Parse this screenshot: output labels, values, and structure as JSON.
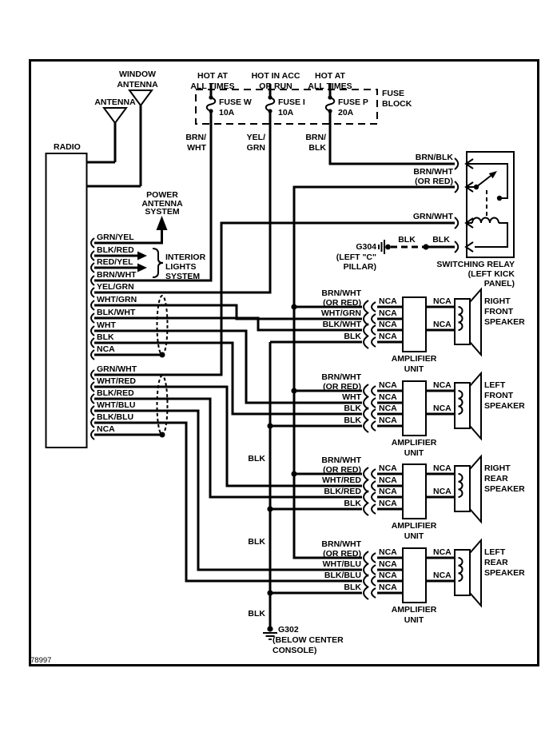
{
  "page": {
    "diagram_id": "78997",
    "ink": "#000000",
    "paper": "#ffffff"
  },
  "radio": {
    "label": "RADIO"
  },
  "antenna": {
    "label": "ANTENNA"
  },
  "window_antenna": {
    "line1": "WINDOW",
    "line2": "ANTENNA"
  },
  "power_antenna": {
    "line1": "POWER",
    "line2": "ANTENNA",
    "line3": "SYSTEM"
  },
  "interior_lights": {
    "line1": "INTERIOR",
    "line2": "LIGHTS",
    "line3": "SYSTEM"
  },
  "fuse_block": {
    "title1": "FUSE",
    "title2": "BLOCK",
    "fuses": [
      {
        "hot1": "HOT AT",
        "hot2": "ALL TIMES",
        "name": "FUSE W",
        "amps": "10A",
        "out1": "BRN/",
        "out2": "WHT"
      },
      {
        "hot1": "HOT IN ACC",
        "hot2": "OR RUN",
        "name": "FUSE I",
        "amps": "10A",
        "out1": "YEL/",
        "out2": "GRN"
      },
      {
        "hot1": "HOT AT",
        "hot2": "ALL TIMES",
        "name": "FUSE P",
        "amps": "20A",
        "out1": "BRN/",
        "out2": "BLK"
      }
    ]
  },
  "radio_wires_top": [
    "GRN/YEL",
    "BLK/RED",
    "RED/YEL",
    "BRN/WHT",
    "YEL/GRN",
    "WHT/GRN",
    "BLK/WHT",
    "WHT",
    "BLK",
    "NCA"
  ],
  "radio_wires_bottom": [
    "GRN/WHT",
    "WHT/RED",
    "BLK/RED",
    "WHT/BLU",
    "BLK/BLU",
    "NCA"
  ],
  "switching_relay": {
    "wire1": "BRN/BLK",
    "wire2a": "BRN/WHT",
    "wire2b": "(OR RED)",
    "wire3": "GRN/WHT",
    "wire4": "BLK",
    "name1": "SWITCHING RELAY",
    "name2": "(LEFT KICK",
    "name3": "PANEL)"
  },
  "grounds": {
    "g304": {
      "id": "G304",
      "loc1": "(LEFT \"C\"",
      "loc2": "PILLAR)",
      "wire_dash": "BLK",
      "wire_solid": "BLK"
    },
    "g302": {
      "id": "G302",
      "loc1": "(BELOW CENTER",
      "loc2": "CONSOLE)",
      "wire": "BLK"
    }
  },
  "ground_bus": {
    "label1": "BLK",
    "label2": "BLK"
  },
  "amplifiers": [
    {
      "input1a": "BRN/WHT",
      "input1b": "(OR RED)",
      "input2": "WHT/GRN",
      "input3": "BLK/WHT",
      "input4": "BLK",
      "nca": "NCA",
      "unit_line1": "AMPLIFIER",
      "unit_line2": "UNIT",
      "speaker_line1": "RIGHT",
      "speaker_line2": "FRONT",
      "speaker_line3": "SPEAKER"
    },
    {
      "input1a": "BRN/WHT",
      "input1b": "(OR RED)",
      "input2": "WHT",
      "input3": "BLK",
      "input4": "BLK",
      "nca": "NCA",
      "unit_line1": "AMPLIFIER",
      "unit_line2": "UNIT",
      "speaker_line1": "LEFT",
      "speaker_line2": "FRONT",
      "speaker_line3": "SPEAKER"
    },
    {
      "input1a": "BRN/WHT",
      "input1b": "(OR RED)",
      "input2": "WHT/RED",
      "input3": "BLK/RED",
      "input4": "BLK",
      "nca": "NCA",
      "unit_line1": "AMPLIFIER",
      "unit_line2": "UNIT",
      "speaker_line1": "RIGHT",
      "speaker_line2": "REAR",
      "speaker_line3": "SPEAKER"
    },
    {
      "input1a": "BRN/WHT",
      "input1b": "(OR RED)",
      "input2": "WHT/BLU",
      "input3": "BLK/BLU",
      "input4": "BLK",
      "nca": "NCA",
      "unit_line1": "AMPLIFIER",
      "unit_line2": "UNIT",
      "speaker_line1": "LEFT",
      "speaker_line2": "REAR",
      "speaker_line3": "SPEAKER"
    }
  ]
}
